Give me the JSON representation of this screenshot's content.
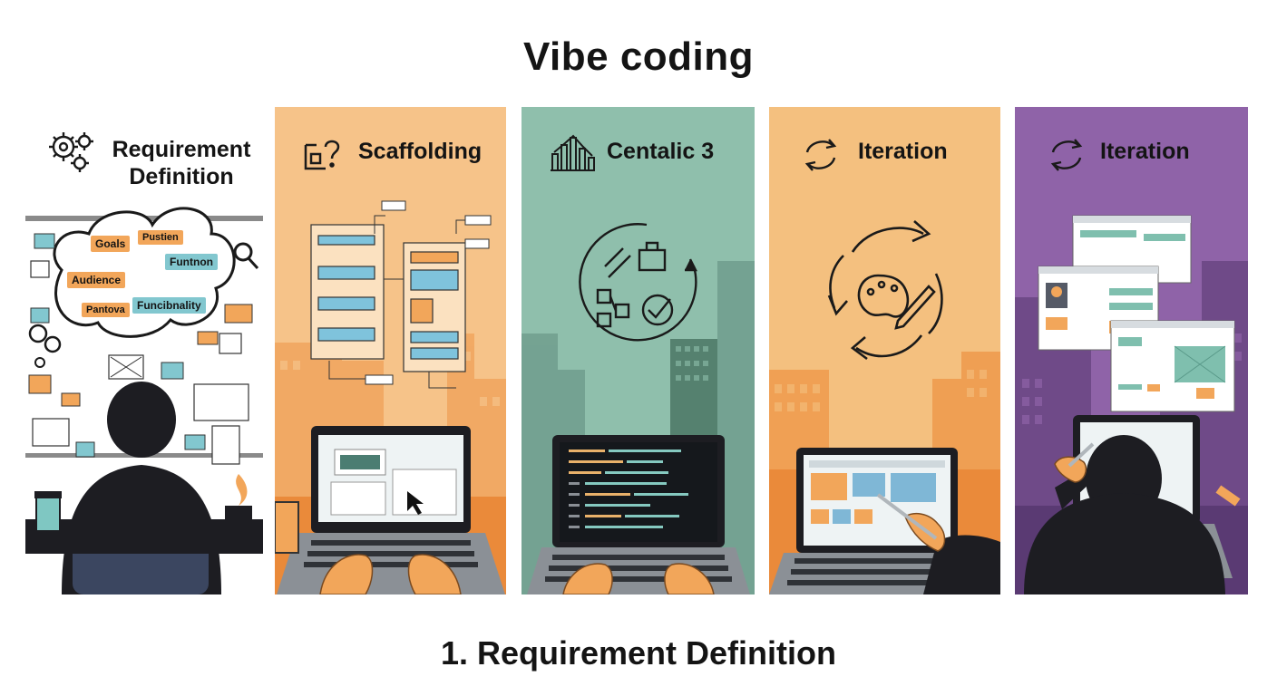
{
  "title": "Vibe coding",
  "caption": "1. Requirement Definition",
  "panels": [
    {
      "label": "Requirement Definition",
      "label_line1": "Requirement",
      "label_line2": "Definition",
      "icon": "gears-icon",
      "bubble_words": [
        "Goals",
        "Pustien",
        "Audience",
        "Funtnon",
        "Pantova",
        "Funcibnality"
      ]
    },
    {
      "label": "Scaffolding",
      "icon": "question-frame-icon",
      "color": "#f6c389"
    },
    {
      "label": "Centalic 3",
      "icon": "city-chart-icon",
      "color": "#8fbfac"
    },
    {
      "label": "Iteration",
      "icon": "cycle-arrows-icon",
      "color": "#f4c07f"
    },
    {
      "label": "Iteration",
      "icon": "refresh-arrows-icon",
      "color": "#8f63a8"
    }
  ],
  "colors": {
    "orange": "#f2a65a",
    "teal": "#8fbfac",
    "purple": "#8f63a8",
    "dark": "#1d1d22"
  }
}
